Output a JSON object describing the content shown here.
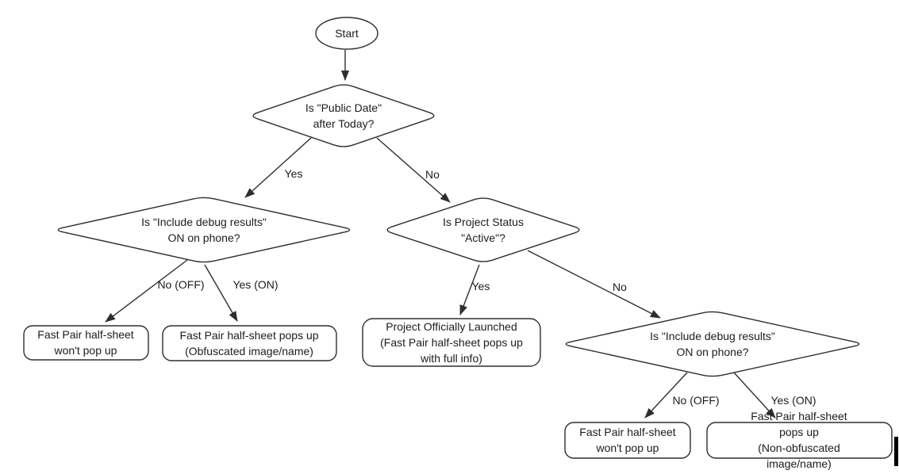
{
  "nodes": {
    "start": {
      "label": "Start"
    },
    "decision_public_date": {
      "label": [
        "Is \"Public Date\"",
        "after Today?"
      ]
    },
    "decision_debug_left": {
      "label": [
        "Is \"Include debug results\"",
        "ON on phone?"
      ]
    },
    "decision_project_status": {
      "label": [
        "Is Project Status",
        "\"Active\"?"
      ]
    },
    "decision_debug_right": {
      "label": [
        "Is \"Include debug results\"",
        "ON on phone?"
      ]
    },
    "result_no_popup_left": {
      "label": [
        "Fast Pair half-sheet",
        "won't pop up"
      ]
    },
    "result_obfuscated": {
      "label": [
        "Fast Pair half-sheet pops up",
        "(Obfuscated image/name)"
      ]
    },
    "result_launched": {
      "label": [
        "Project Officially Launched",
        "(Fast Pair half-sheet pops up",
        "with full info)"
      ]
    },
    "result_no_popup_right": {
      "label": [
        "Fast Pair half-sheet",
        "won't pop up"
      ]
    },
    "result_non_obfuscated": {
      "label": [
        "Fast Pair half-sheet pops up",
        "(Non-obfuscated image/name)"
      ]
    }
  },
  "edge_labels": {
    "public_date_yes": "Yes",
    "public_date_no": "No",
    "debug_left_no": "No (OFF)",
    "debug_left_yes": "Yes (ON)",
    "status_yes": "Yes",
    "status_no": "No",
    "debug_right_no": "No (OFF)",
    "debug_right_yes": "Yes (ON)"
  },
  "colors": {
    "stroke": "#2e2e2e",
    "text": "#1c1c1c",
    "background": "#ffffff"
  }
}
